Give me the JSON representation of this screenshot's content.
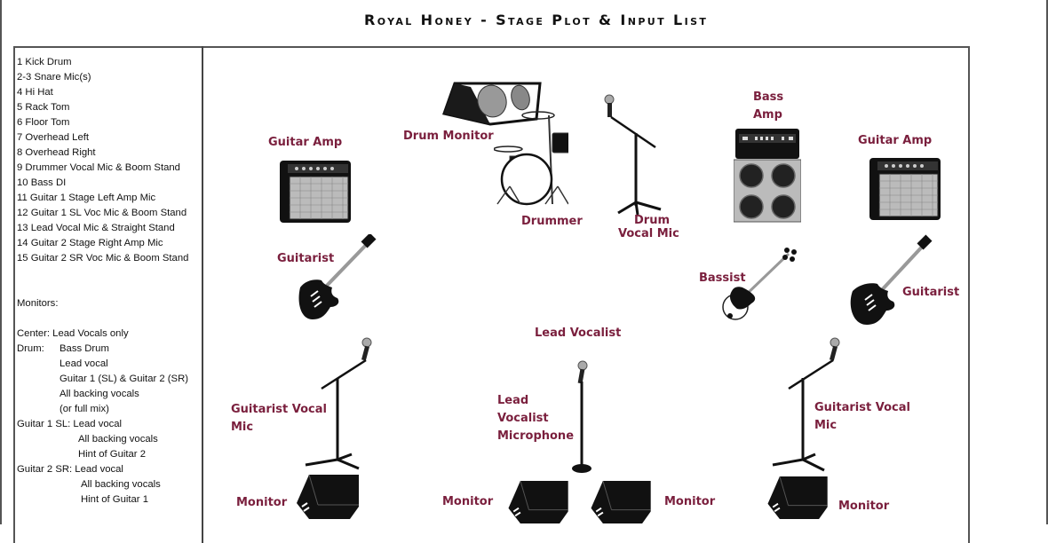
{
  "title": "Royal Honey - Stage Plot & Input List",
  "colors": {
    "label": "#7a1f3d",
    "frame": "#555555",
    "text": "#111111"
  },
  "input_list": [
    "1 Kick Drum",
    "2-3 Snare Mic(s)",
    "4 Hi Hat",
    "5 Rack Tom",
    "6 Floor Tom",
    "7 Overhead Left",
    "8 Overhead Right",
    "9 Drummer Vocal Mic & Boom Stand",
    "10 Bass DI",
    "11 Guitar 1 Stage Left Amp Mic",
    "12 Guitar 1 SL Voc Mic & Boom Stand",
    "13 Lead Vocal Mic & Straight Stand",
    "14 Guitar 2 Stage Right Amp Mic",
    "15 Guitar 2 SR Voc Mic & Boom Stand"
  ],
  "monitors": {
    "heading": "Monitors:",
    "center": "Center: Lead Vocals only",
    "drum_label": "Drum:",
    "drum_items": [
      "Bass Drum",
      "Lead vocal",
      "Guitar 1 (SL) & Guitar 2 (SR)",
      "All backing vocals",
      "(or full mix)"
    ],
    "guitar1_label": "Guitar 1 SL:",
    "guitar1_items": [
      "Lead vocal",
      "All backing vocals",
      "Hint of Guitar 2"
    ],
    "guitar2_label": "Guitar 2 SR:",
    "guitar2_items": [
      "Lead vocal",
      "All backing vocals",
      "Hint of Guitar 1"
    ]
  },
  "stage": {
    "guitar_amp_left": "Guitar Amp",
    "drum_monitor": "Drum Monitor",
    "drummer": "Drummer",
    "drum_vocal_mic_1": "Drum",
    "drum_vocal_mic_2": "Vocal Mic",
    "bass_amp_1": "Bass",
    "bass_amp_2": "Amp",
    "guitar_amp_right": "Guitar Amp",
    "guitarist_left": "Guitarist",
    "bassist": "Bassist",
    "guitarist_right": "Guitarist",
    "lead_vocalist": "Lead Vocalist",
    "guitarist_vocal_mic_left_1": "Guitarist Vocal",
    "guitarist_vocal_mic_left_2": "Mic",
    "lead_mic_1": "Lead",
    "lead_mic_2": "Vocalist",
    "lead_mic_3": "Microphone",
    "guitarist_vocal_mic_right_1": "Guitarist Vocal",
    "guitarist_vocal_mic_right_2": "Mic",
    "monitor_1": "Monitor",
    "monitor_2": "Monitor",
    "monitor_3": "Monitor",
    "monitor_4": "Monitor"
  }
}
